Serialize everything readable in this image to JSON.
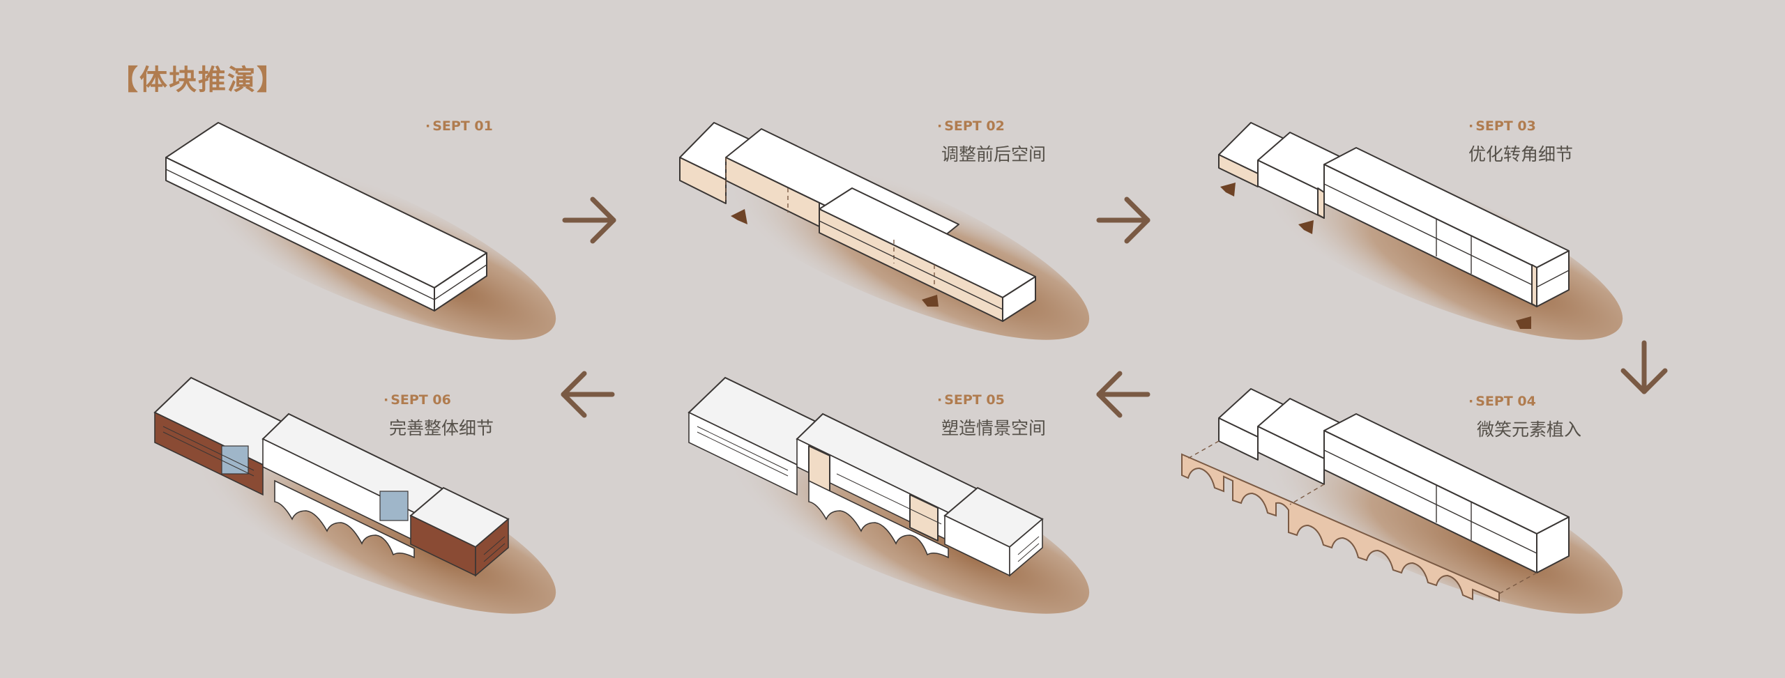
{
  "title": "【体块推演】",
  "steps": [
    {
      "code": "SEPT 01",
      "desc": ""
    },
    {
      "code": "SEPT 02",
      "desc": "调整前后空间"
    },
    {
      "code": "SEPT 03",
      "desc": "优化转角细节"
    },
    {
      "code": "SEPT 04",
      "desc": "微笑元素植入"
    },
    {
      "code": "SEPT 05",
      "desc": "塑造情景空间"
    },
    {
      "code": "SEPT 06",
      "desc": "完善整体细节"
    }
  ],
  "colors": {
    "background": "#d6d1cf",
    "accent": "#b07c4f",
    "arrow": "#7a5a44",
    "shadow": "#9b6a45"
  }
}
